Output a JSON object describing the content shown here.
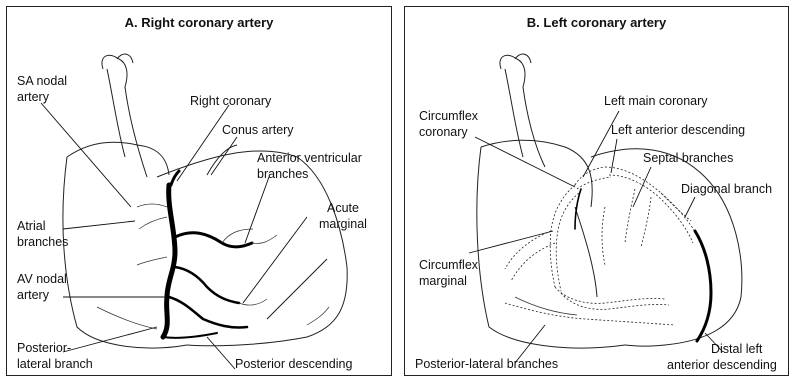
{
  "panelA": {
    "title": "A. Right coronary artery",
    "labels": {
      "sa_nodal_1": "SA nodal",
      "sa_nodal_2": "artery",
      "right_coronary": "Right coronary",
      "conus_artery": "Conus artery",
      "anterior_ventricular_1": "Anterior ventricular",
      "anterior_ventricular_2": "branches",
      "atrial_1": "Atrial",
      "atrial_2": "branches",
      "acute_marginal_1": "Acute",
      "acute_marginal_2": "marginal",
      "av_nodal_1": "AV nodal",
      "av_nodal_2": "artery",
      "posterior_lateral_1": "Posterior-",
      "posterior_lateral_2": "lateral branch",
      "posterior_descending": "Posterior descending"
    }
  },
  "panelB": {
    "title": "B. Left coronary artery",
    "labels": {
      "left_main_coronary": "Left main coronary",
      "circumflex_coronary_1": "Circumflex",
      "circumflex_coronary_2": "coronary",
      "left_anterior_descending": "Left anterior descending",
      "septal_branches": "Septal branches",
      "diagonal_branch": "Diagonal branch",
      "circumflex_marginal_1": "Circumflex",
      "circumflex_marginal_2": "marginal",
      "posterior_lateral_branches": "Posterior-lateral branches",
      "distal_lad_1": "Distal left",
      "distal_lad_2": "anterior descending"
    }
  }
}
